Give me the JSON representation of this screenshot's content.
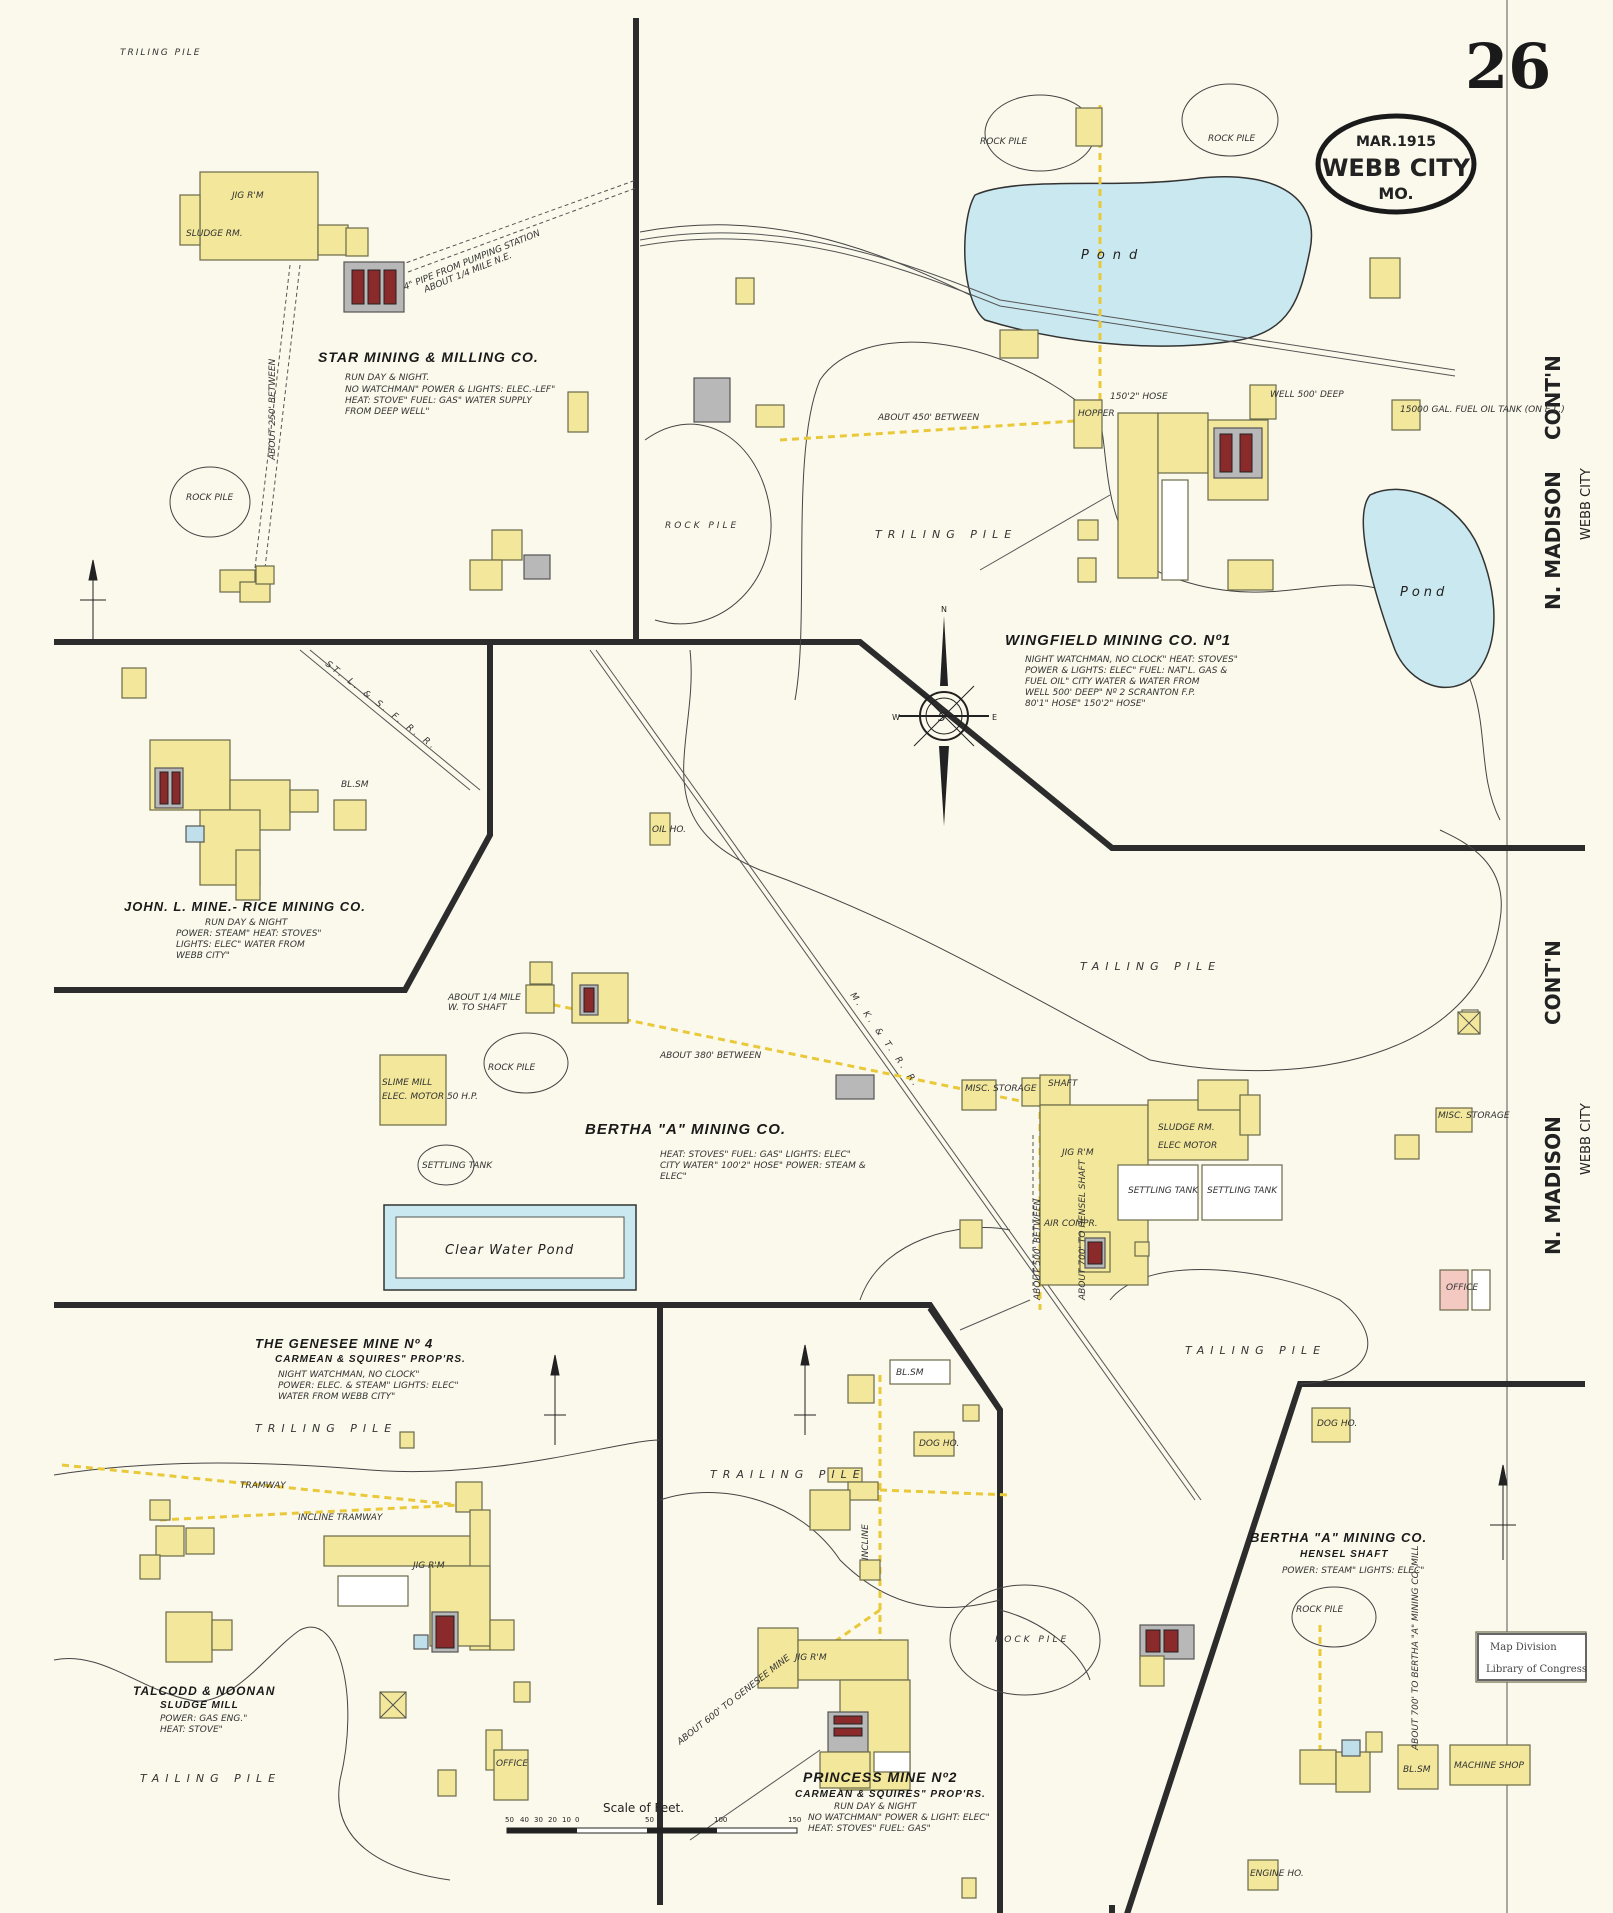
{
  "sheet": {
    "number": "26",
    "date": "MAR.1915",
    "city": "WEBB CITY",
    "state": "MO."
  },
  "streets": [
    {
      "name": "N. MADISON",
      "suffix": "CONT'N",
      "sub": "WEBB CITY"
    },
    {
      "name": "N. MADISON",
      "suffix": "CONT'N",
      "sub": "WEBB CITY"
    }
  ],
  "properties": {
    "star": {
      "name": "STAR MINING & MILLING CO.",
      "line1": "RUN DAY & NIGHT.",
      "line2": "NO WATCHMAN\" POWER & LIGHTS: ELEC.-LEF\"",
      "line3": "HEAT: STOVE\" FUEL: GAS\" WATER SUPPLY",
      "line4": "FROM DEEP WELL\""
    },
    "wingfield": {
      "name": "WINGFIELD MINING CO. Nº1",
      "line1": "NIGHT WATCHMAN, NO CLOCK\" HEAT: STOVES\"",
      "line2": "POWER & LIGHTS: ELEC\" FUEL: NAT'L. GAS &",
      "line3": "FUEL OIL\" CITY WATER & WATER FROM",
      "line4": "WELL 500' DEEP\" Nº 2 SCRANTON F.P.",
      "line5": "80'1\" HOSE\" 150'2\" HOSE\""
    },
    "johnl": {
      "name": "JOHN. L. MINE.- RICE MINING CO.",
      "line1": "RUN DAY & NIGHT",
      "line2": "POWER: STEAM\" HEAT: STOVES\"",
      "line3": "LIGHTS: ELEC\" WATER FROM",
      "line4": "WEBB CITY\""
    },
    "bertha": {
      "name": "BERTHA \"A\" MINING CO.",
      "line1": "HEAT: STOVES\" FUEL: GAS\" LIGHTS: ELEC\"",
      "line2": "CITY WATER\" 100'2\" HOSE\" POWER: STEAM &",
      "line3": "ELEC\""
    },
    "genesee": {
      "name": "THE GENESEE MINE Nº 4",
      "owner": "CARMEAN & SQUIRES\" PROP'RS.",
      "line1": "NIGHT WATCHMAN, NO CLOCK\"",
      "line2": "POWER: ELEC. & STEAM\" LIGHTS: ELEC\"",
      "line3": "WATER FROM WEBB CITY\""
    },
    "talcodd": {
      "name": "TALCODD & NOONAN",
      "sub": "SLUDGE MILL",
      "line1": "POWER: GAS ENG.\"",
      "line2": "HEAT: STOVE\""
    },
    "princess": {
      "name": "PRINCESS MINE Nº2",
      "owner": "CARMEAN & SQUIRES\" PROP'RS.",
      "line1": "RUN DAY & NIGHT",
      "line2": "NO WATCHMAN\" POWER & LIGHT: ELEC\"",
      "line3": "HEAT: STOVES\" FUEL: GAS\""
    },
    "hensel": {
      "name": "BERTHA \"A\" MINING CO.",
      "sub": "HENSEL SHAFT",
      "line1": "POWER: STEAM\" LIGHTS: ELEC\""
    }
  },
  "labels": {
    "trailing_pile": "TRILING PILE",
    "tailing_pile": "TAILING PILE",
    "tailing_pile_2": "TAILING PILE",
    "trailing_pile_2": "TRILING PILE",
    "trailing_pile_3": "TRAILING PILE",
    "trailing_pile_4": "TAILING PILE",
    "trailing_pile_5": "TRILING PILE",
    "trailing_pile_6": "TRAILING PILE",
    "rock_pile": "ROCK PILE",
    "pond": "Pond",
    "clear_water_pond": "Clear Water Pond",
    "slime_mill": "SLIME MILL",
    "slime_mill_sub": "ELEC. MOTOR 50 H.P.",
    "settling_tank": "SETTLING TANK",
    "sludge_rm": "SLUDGE RM.",
    "jig_rm": "JIG R'M",
    "elec_motor": "ELEC MOTOR",
    "air_compr": "AIR COMPR.",
    "hopper": "HOPPER",
    "shaft": "SHAFT",
    "office": "OFFICE",
    "bl_sm": "BL.SM",
    "dog_ho": "DOG HO.",
    "oil_ho": "OIL HO.",
    "machine_shop": "MACHINE SHOP",
    "engine_ho": "ENGINE HO.",
    "misc_storage": "MISC. STORAGE",
    "incline_tramway": "INCLINE TRAMWAY",
    "tramway": "TRAMWAY",
    "incline": "INCLINE",
    "railroad": "ST. L. & S. F. R. R.",
    "railroad_2": "M. K. & T. R. R."
  },
  "notes": {
    "about_450": "ABOUT 450' BETWEEN",
    "about_250": "ABOUT 250' BETWEEN",
    "about_380": "ABOUT 380' BETWEEN",
    "about_500": "ABOUT 500' BETWEEN",
    "about_quarter": "ABOUT 1/4 MILE",
    "to_shaft": "W. TO SHAFT",
    "about_600": "ABOUT 600' TO GENESEE MINE",
    "about_700": "ABOUT 700' TO HENSEL SHAFT",
    "about_700b": "ABOUT 700' TO BERTHA \"A\" MINING CO. MILL",
    "pipe_note": "4\" PIPE FROM PUMPING STATION",
    "pipe_note2": "ABOUT 1/4 MILE N.E.",
    "fuel_tank": "15000 GAL. FUEL OIL TANK (ON E.L.)",
    "well": "WELL 500' DEEP",
    "hose": "150'2\" HOSE"
  },
  "scale": {
    "title": "Scale of Feet.",
    "ticks": [
      "50",
      "40",
      "30",
      "20",
      "10",
      "0",
      "50",
      "100",
      "150"
    ]
  },
  "stamp": {
    "line1": "Map Division",
    "line2": "Library of Congress"
  }
}
